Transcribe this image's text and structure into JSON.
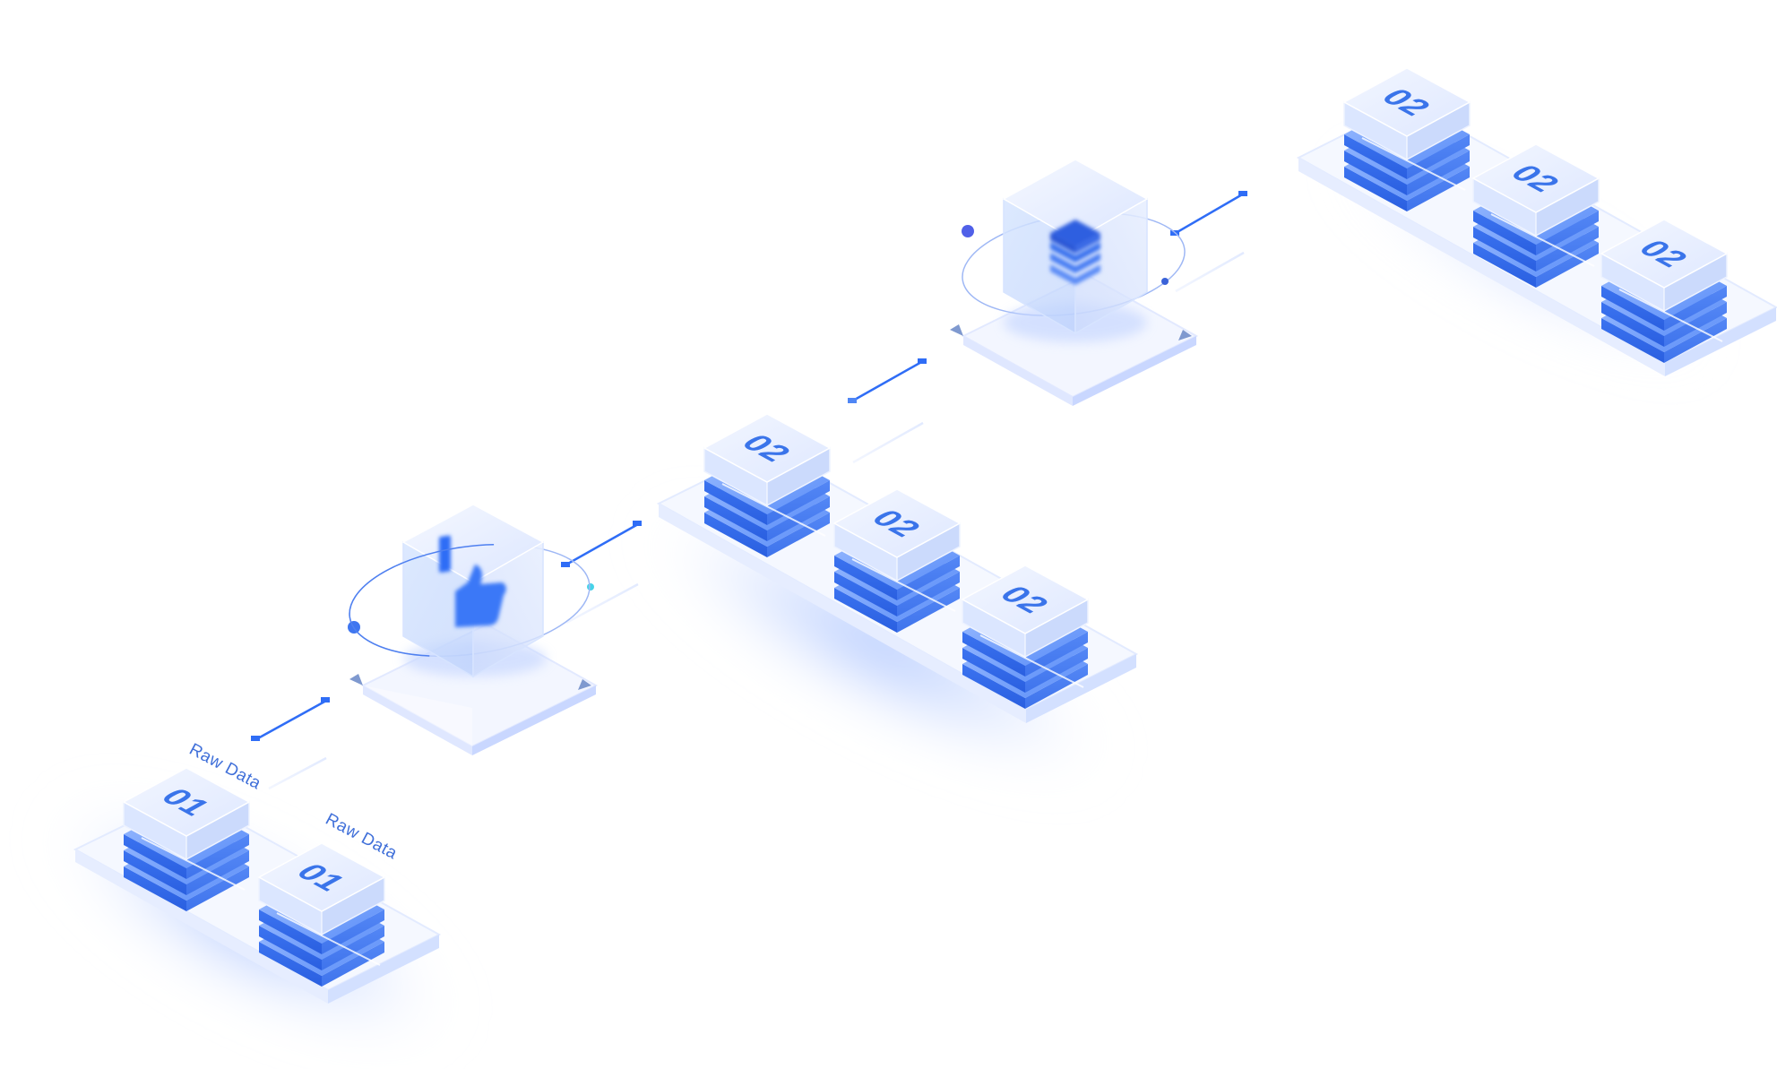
{
  "raw_data_labels": [
    "Raw Data",
    "Raw Data"
  ],
  "stack_numbers": {
    "stage1": [
      "01",
      "01"
    ],
    "stage3": [
      "02",
      "02",
      "02"
    ],
    "stage5": [
      "02",
      "02",
      "02"
    ]
  },
  "icons": {
    "cube1": "thumbs-up-icon",
    "cube2": "database-stack-icon"
  },
  "colors": {
    "accent": "#2f6df6",
    "light_accent": "#8fb2ff",
    "platform": "#f4f7ff",
    "glow": "#bcd0ff"
  }
}
